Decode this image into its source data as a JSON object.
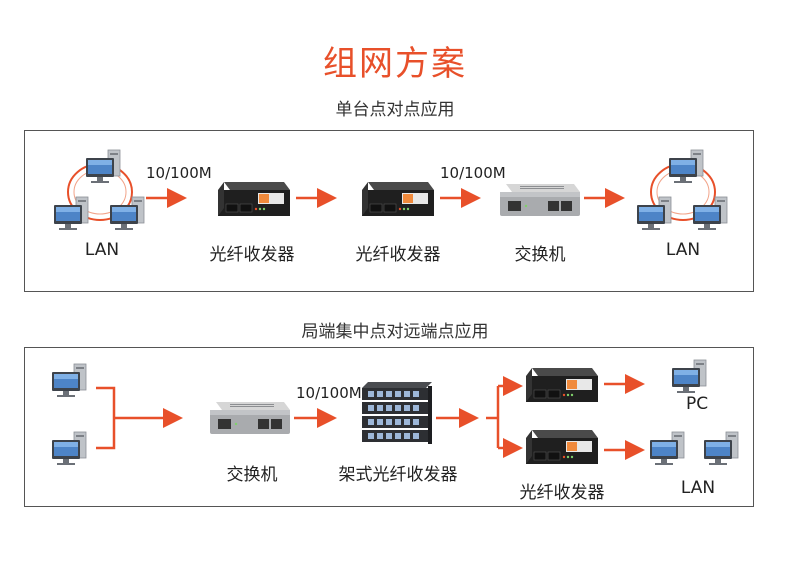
{
  "title": "组网方案",
  "section1": {
    "subtitle": "单台点对点应用",
    "labels": {
      "lan_left": "LAN",
      "converter_a": "光纤收发器",
      "converter_b": "光纤收发器",
      "switch": "交换机",
      "lan_right": "LAN"
    },
    "speed_a": "10/100M",
    "speed_b": "10/100M"
  },
  "section2": {
    "subtitle": "局端集中点对远端点应用",
    "labels": {
      "switch": "交换机",
      "rack": "架式光纤收发器",
      "converter": "光纤收发器",
      "pc": "PC",
      "lan": "LAN"
    },
    "speed": "10/100M"
  },
  "colors": {
    "accent": "#e8502a",
    "device_dark": "#2b2b2b",
    "switch_silver": "#c9c9c9",
    "screen_blue": "#4d84c7"
  }
}
